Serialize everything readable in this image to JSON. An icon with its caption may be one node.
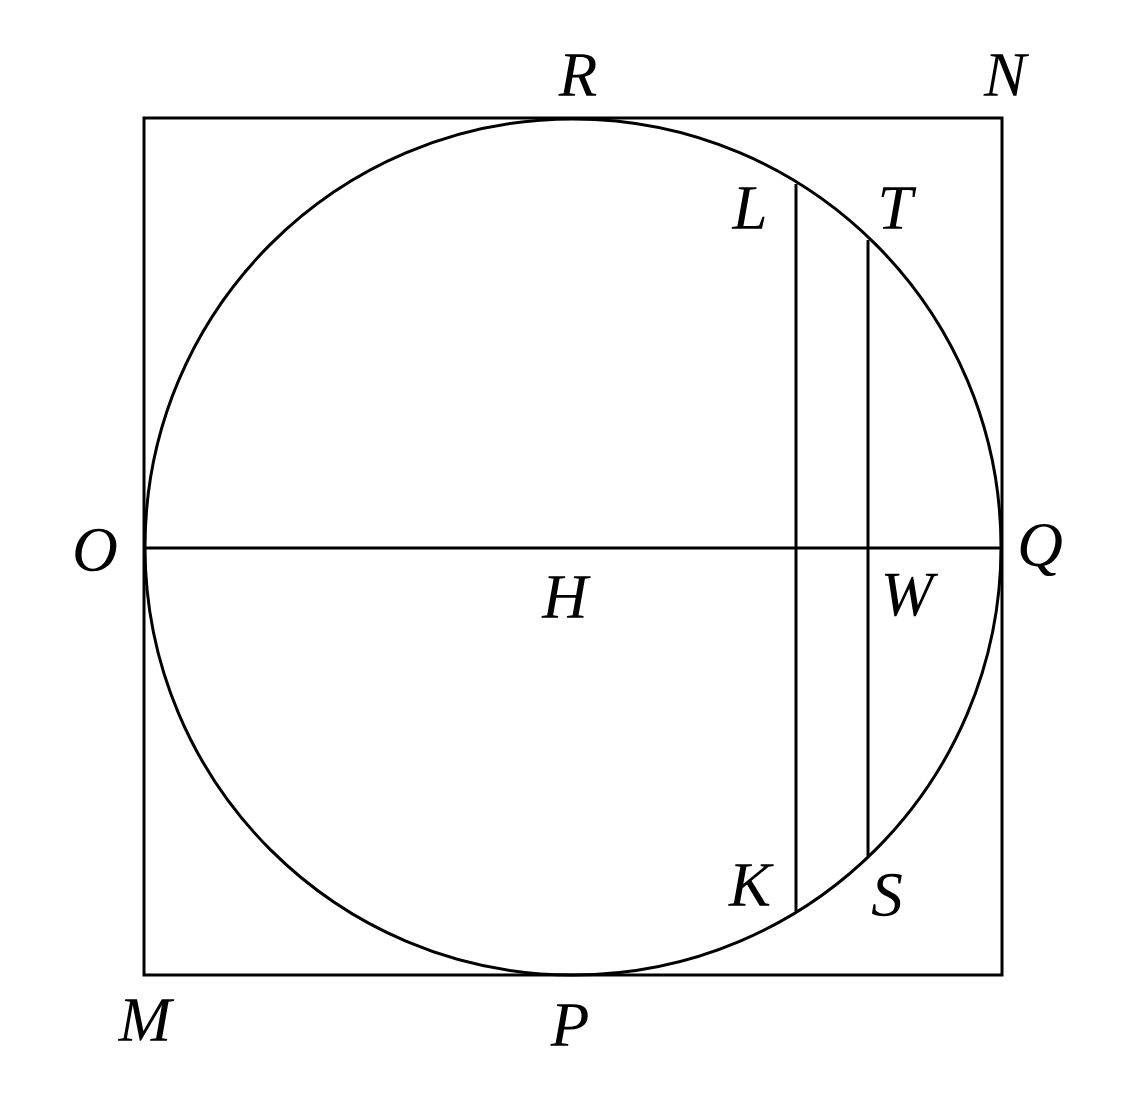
{
  "diagram": {
    "labels": [
      "R",
      "N",
      "L",
      "T",
      "O",
      "Q",
      "H",
      "W",
      "K",
      "S",
      "M",
      "P"
    ]
  }
}
